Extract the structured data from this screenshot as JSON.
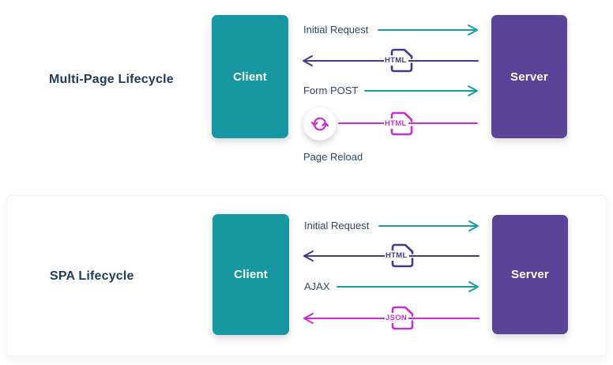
{
  "colors": {
    "background": "#ffffff",
    "teal": "#1797a2",
    "teal_arrow": "#169da8",
    "purple": "#5b4397",
    "purple_arrow": "#44398c",
    "magenta": "#c72fd2",
    "title_text": "#1e3c5c",
    "label_text": "#2d4a63",
    "box_text": "#ffffff",
    "card_border": "#f0f0f2"
  },
  "sections": [
    {
      "id": "multi-page-lifecycle",
      "title": "Multi-Page Lifecycle",
      "client_label": "Client",
      "server_label": "Server",
      "rows": [
        {
          "label": "Initial Request",
          "arrow": "right",
          "color": "teal"
        },
        {
          "arrow": "left",
          "color": "purple",
          "badge": "HTML"
        },
        {
          "label": "Form POST",
          "arrow": "right",
          "color": "teal"
        },
        {
          "arrow": "none",
          "color": "magenta",
          "badge": "HTML",
          "icon": "reload-icon",
          "caption": "Page Reload"
        }
      ]
    },
    {
      "id": "spa-lifecycle",
      "title": "SPA Lifecycle",
      "client_label": "Client",
      "server_label": "Server",
      "rows": [
        {
          "label": "Initial Request",
          "arrow": "right",
          "color": "teal"
        },
        {
          "arrow": "left",
          "color": "purple",
          "badge": "HTML"
        },
        {
          "label": "AJAX",
          "arrow": "right",
          "color": "teal"
        },
        {
          "arrow": "left",
          "color": "magenta",
          "badge": "JSON"
        }
      ]
    }
  ]
}
